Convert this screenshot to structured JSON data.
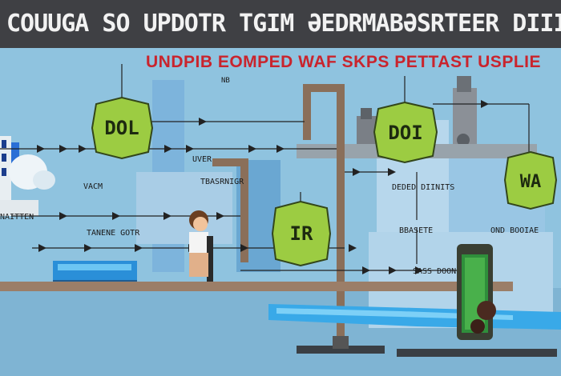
{
  "title": "COUUGA SO UPDOTR TGIM ƏEDRMABƏSRTEER DIIIDO",
  "subtitle": "UNDPIB EOMPED WAF SKPS PETTAST USPLIE",
  "labels": {
    "nb": "NB",
    "uver": "UVER",
    "tbasrnigr": "TBASRNIGR",
    "vacm": "VACM",
    "naitten": "NAITTEN",
    "tanene_gotr": "TANENE GOTR",
    "deded_dinits": "DEDED DIINITS",
    "bbasete": "BBASETE",
    "ond_booiae": "OND BOOIAE",
    "sass_doon": "SASS DOON"
  },
  "boxes": {
    "box1": "DOL",
    "box2": "DOI",
    "box3": "IR",
    "box4": "WA"
  },
  "colors": {
    "title_bar": "#3f4044",
    "subtitle": "#c9242d",
    "box_fill": "#9ccc42",
    "pipe": "#8a6f5a",
    "water": "#39a9e8",
    "sky": "#8fc3df"
  },
  "icons": [
    "waterfall-icon",
    "person-icon",
    "tank-icon",
    "pump-icon",
    "fish-icon"
  ]
}
